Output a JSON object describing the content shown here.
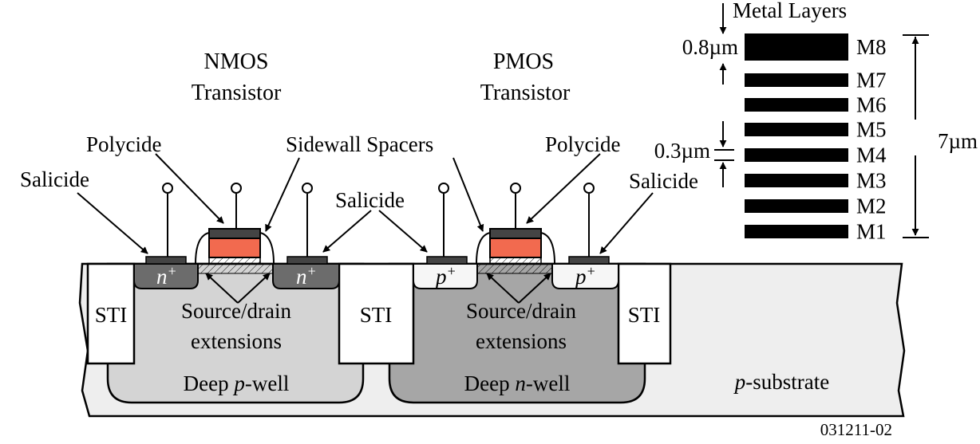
{
  "transistors": {
    "nmos": {
      "line1": "NMOS",
      "line2": "Transistor"
    },
    "pmos": {
      "line1": "PMOS",
      "line2": "Transistor"
    }
  },
  "labels": {
    "polycide_left": "Polycide",
    "polycide_right": "Polycide",
    "sidewall_spacers": "Sidewall Spacers",
    "salicide_left": "Salicide",
    "salicide_middle": "Salicide",
    "salicide_right": "Salicide",
    "sd_ext_left_1": "Source/drain",
    "sd_ext_left_2": "extensions",
    "sd_ext_right_1": "Source/drain",
    "sd_ext_right_2": "extensions",
    "sti": "STI",
    "deep_pwell_prefix": "Deep ",
    "deep_pwell_italic": "p",
    "deep_pwell_suffix": "-well",
    "deep_nwell_prefix": "Deep ",
    "deep_nwell_italic": "n",
    "deep_nwell_suffix": "-well",
    "substrate_italic": "p",
    "substrate_suffix": "-substrate",
    "n_plus": "n",
    "p_plus": "p",
    "plus": "+",
    "figure_id": "031211-02"
  },
  "metal": {
    "title": "Metal Layers",
    "layers": [
      "M8",
      "M7",
      "M6",
      "M5",
      "M4",
      "M3",
      "M2",
      "M1"
    ],
    "thick_dim": "0.8µm",
    "thin_dim": "0.3µm",
    "total_dim": "7µm"
  },
  "colors": {
    "substrate": "#eeeeee",
    "pwell": "#d4d4d4",
    "nwell": "#a6a6a6",
    "n_plus": "#6c6c6c",
    "p_plus": "#f6f6f6",
    "gate_poly": "#f26a4f",
    "metal": "#000000"
  }
}
